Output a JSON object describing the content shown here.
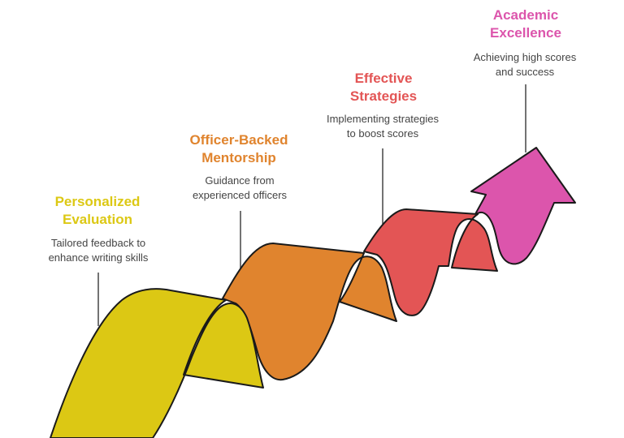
{
  "steps": [
    {
      "title": "Personalized\nEvaluation",
      "description": "Tailored feedback to\nenhance writing skills",
      "color": "#dcc814"
    },
    {
      "title": "Officer-Backed\nMentorship",
      "description": "Guidance from\nexperienced officers",
      "color": "#e0842e"
    },
    {
      "title": "Effective\nStrategies",
      "description": "Implementing strategies\nto boost scores",
      "color": "#e35555"
    },
    {
      "title": "Academic\nExcellence",
      "description": "Achieving high scores\nand success",
      "color": "#dc55ac"
    }
  ],
  "colors": {
    "stroke": "#1a1a1a",
    "leader": "#444444"
  }
}
